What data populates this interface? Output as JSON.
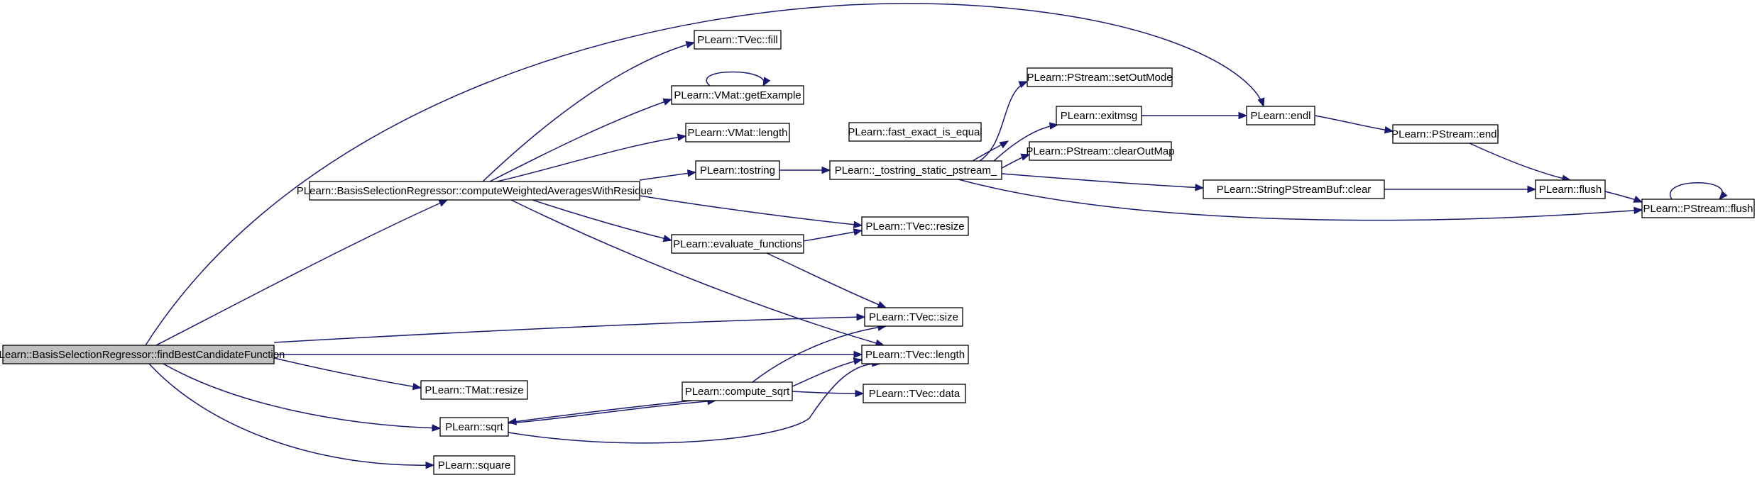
{
  "diagram": {
    "edge_color": "#191970",
    "root_fill": "#bfbfbf",
    "node_fill": "#ffffff",
    "nodes": [
      {
        "id": "root",
        "label": "PLearn::BasisSelectionRegressor::findBestCandidateFunction",
        "root": true
      },
      {
        "id": "cwa",
        "label": "PLearn::BasisSelectionRegressor::computeWeightedAveragesWithResidue"
      },
      {
        "id": "tvec_fill",
        "label": "PLearn::TVec::fill"
      },
      {
        "id": "vmat_getExample",
        "label": "PLearn::VMat::getExample"
      },
      {
        "id": "vmat_length",
        "label": "PLearn::VMat::length"
      },
      {
        "id": "tostring",
        "label": "PLearn::tostring"
      },
      {
        "id": "evaluate_functions",
        "label": "PLearn::evaluate_functions"
      },
      {
        "id": "tmat_resize",
        "label": "PLearn::TMat::resize"
      },
      {
        "id": "sqrt",
        "label": "PLearn::sqrt"
      },
      {
        "id": "square",
        "label": "PLearn::square"
      },
      {
        "id": "compute_sqrt",
        "label": "PLearn::compute_sqrt"
      },
      {
        "id": "fast_exact",
        "label": "PLearn::fast_exact_is_equal"
      },
      {
        "id": "tostring_static",
        "label": "PLearn::_tostring_static_pstream_"
      },
      {
        "id": "tvec_resize",
        "label": "PLearn::TVec::resize"
      },
      {
        "id": "tvec_size",
        "label": "PLearn::TVec::size"
      },
      {
        "id": "tvec_length",
        "label": "PLearn::TVec::length"
      },
      {
        "id": "tvec_data",
        "label": "PLearn::TVec::data"
      },
      {
        "id": "setOutMode",
        "label": "PLearn::PStream::setOutMode"
      },
      {
        "id": "exitmsg",
        "label": "PLearn::exitmsg"
      },
      {
        "id": "clearOutMap",
        "label": "PLearn::PStream::clearOutMap"
      },
      {
        "id": "spsb_clear",
        "label": "PLearn::StringPStreamBuf::clear"
      },
      {
        "id": "endl",
        "label": "PLearn::endl"
      },
      {
        "id": "pstream_endl",
        "label": "PLearn::PStream::endl"
      },
      {
        "id": "flush",
        "label": "PLearn::flush"
      },
      {
        "id": "pstream_flush",
        "label": "PLearn::PStream::flush"
      }
    ],
    "edges": [
      {
        "from": "root",
        "to": "endl"
      },
      {
        "from": "root",
        "to": "cwa"
      },
      {
        "from": "root",
        "to": "tvec_size"
      },
      {
        "from": "root",
        "to": "tvec_length"
      },
      {
        "from": "root",
        "to": "tmat_resize"
      },
      {
        "from": "root",
        "to": "sqrt"
      },
      {
        "from": "root",
        "to": "square"
      },
      {
        "from": "cwa",
        "to": "tvec_fill"
      },
      {
        "from": "cwa",
        "to": "vmat_getExample"
      },
      {
        "from": "cwa",
        "to": "vmat_length"
      },
      {
        "from": "cwa",
        "to": "tostring"
      },
      {
        "from": "cwa",
        "to": "tvec_resize"
      },
      {
        "from": "cwa",
        "to": "evaluate_functions"
      },
      {
        "from": "cwa",
        "to": "tvec_length"
      },
      {
        "from": "vmat_getExample",
        "to": "vmat_getExample"
      },
      {
        "from": "tostring",
        "to": "tostring_static"
      },
      {
        "from": "evaluate_functions",
        "to": "tvec_resize"
      },
      {
        "from": "evaluate_functions",
        "to": "tvec_size"
      },
      {
        "from": "sqrt",
        "to": "compute_sqrt"
      },
      {
        "from": "sqrt",
        "to": "tvec_length"
      },
      {
        "from": "compute_sqrt",
        "to": "sqrt"
      },
      {
        "from": "compute_sqrt",
        "to": "tvec_size"
      },
      {
        "from": "compute_sqrt",
        "to": "tvec_length"
      },
      {
        "from": "compute_sqrt",
        "to": "tvec_data"
      },
      {
        "from": "tostring_static",
        "to": "fast_exact"
      },
      {
        "from": "tostring_static",
        "to": "setOutMode"
      },
      {
        "from": "tostring_static",
        "to": "exitmsg"
      },
      {
        "from": "tostring_static",
        "to": "clearOutMap"
      },
      {
        "from": "tostring_static",
        "to": "spsb_clear"
      },
      {
        "from": "tostring_static",
        "to": "pstream_flush"
      },
      {
        "from": "exitmsg",
        "to": "endl"
      },
      {
        "from": "endl",
        "to": "pstream_endl"
      },
      {
        "from": "pstream_endl",
        "to": "flush"
      },
      {
        "from": "spsb_clear",
        "to": "flush"
      },
      {
        "from": "flush",
        "to": "pstream_flush"
      },
      {
        "from": "pstream_flush",
        "to": "pstream_flush"
      }
    ]
  }
}
